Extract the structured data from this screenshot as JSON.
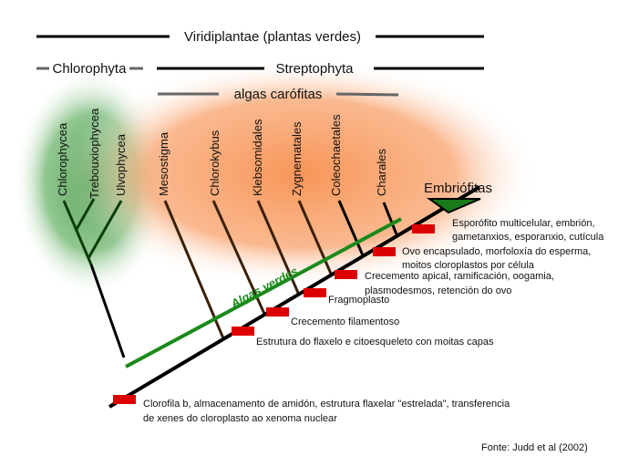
{
  "headers": {
    "viridiplantae": "Viridiplantae (plantas verdes)",
    "chlorophyta": "Chlorophyta",
    "streptophyta": "Streptophyta",
    "charophytes": "algas carófitas"
  },
  "taxa": [
    "Chlorophycea",
    "Trebouxiophycea",
    "Ulvophycea",
    "Mesostigma",
    "Chlorokybus",
    "Klebsomidales",
    "Zygnematales",
    "Coleochaetales",
    "Charales"
  ],
  "embryophytes": "Embriófitas",
  "green_algae_label": "Algas verdes",
  "characters": [
    [
      "Clorofila b, almacenamento de amidón, estrutura flaxelar \"estrelada\", transferencia",
      "de xenes do cloroplasto ao xenoma nuclear"
    ],
    [
      "Estrutura do flaxelo e citoesqueleto con moitas capas"
    ],
    [
      "Crecemento filamentoso"
    ],
    [
      "Fragmoplasto"
    ],
    [
      "Crecemento apical, ramificación, oogamia,",
      "plasmodesmos, retención do ovo"
    ],
    [
      "Ovo encapsulado, morfoloxía do esperma,",
      "moitos cloroplastos por célula"
    ],
    [
      "Esporófito multicelular, embrión,",
      "gametanxios, esporanxio, cutícula"
    ]
  ],
  "source": "Fonte: Judd et al (2002)",
  "colors": {
    "green": "#1a7a1a",
    "marker": "#dd0000",
    "orange": "#f79a5c",
    "greenbg": "#5fae5f"
  }
}
